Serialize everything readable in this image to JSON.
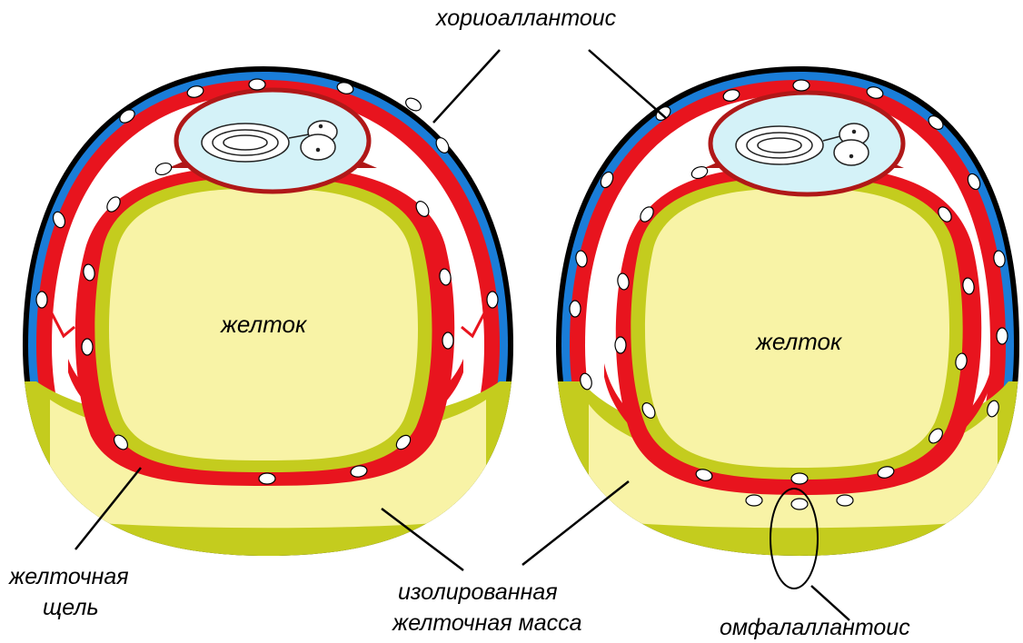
{
  "labels": {
    "chorioallantois": "хориоаллантоис",
    "yolk_left": "желток",
    "yolk_right": "желток",
    "yolk_cleft_line1": "желточная",
    "yolk_cleft_line2": "щель",
    "isolated_line1": "изолированная",
    "isolated_line2": "желточная масса",
    "omphalallantois": "омфалаллантоис"
  },
  "colors": {
    "shell_outline": "#000000",
    "shell_membrane": "#1a7dd8",
    "vessel_layer": "#e8141e",
    "vessel_dark": "#b01818",
    "yolk": "#f8f3a6",
    "yolk_membrane": "#c4cc1e",
    "amnion": "#d4f2f8",
    "white": "#ffffff"
  }
}
